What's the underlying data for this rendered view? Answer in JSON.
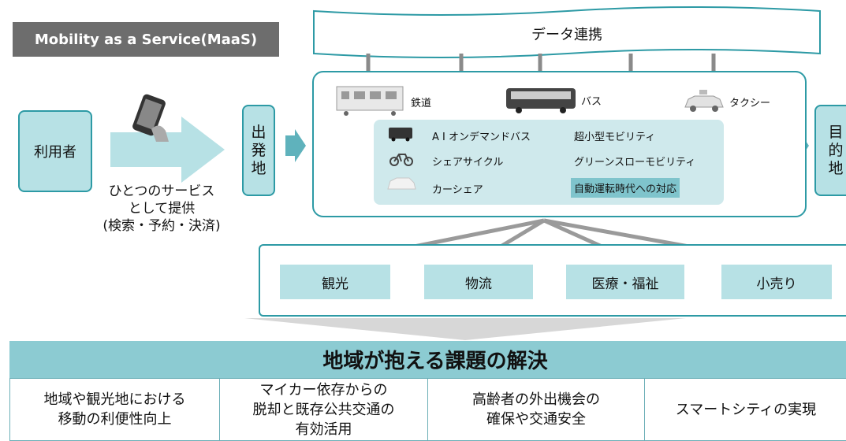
{
  "maas_label": "Mobility as a Service(MaaS)",
  "data_link": "データ連携",
  "user": "利用者",
  "departure": [
    "出",
    "発",
    "地"
  ],
  "destination": [
    "目",
    "的",
    "地"
  ],
  "service": [
    "ひとつのサービス",
    "として提供",
    "(検索・予約・決済)"
  ],
  "transport": {
    "rail": "鉄道",
    "bus": "バス",
    "taxi": "タクシー"
  },
  "inner_services": {
    "ai_bus": "A I オンデマンドバス",
    "micro": "超小型モビリティ",
    "cycle": "シェアサイクル",
    "green": "グリーンスローモビリティ",
    "car": "カーシェア",
    "autonomous": "自動運転時代への対応"
  },
  "purposes": [
    "観光",
    "物流",
    "医療・福祉",
    "小売り"
  ],
  "issues_title": "地域が抱える課題の解決",
  "issues": [
    [
      "地域や観光地における",
      "移動の利便性向上"
    ],
    [
      "マイカー依存からの",
      "脱却と既存公共交通の",
      "有効活用"
    ],
    [
      "高齢者の外出機会の",
      "確保や交通安全"
    ],
    [
      "スマートシティの実現"
    ]
  ],
  "colors": {
    "teal_border": "#2d9aa5",
    "teal_fill": "#b7e1e5",
    "inner_fill": "#cfe9ec",
    "header_fill": "#8ccbd2",
    "gray": "#6d6d6d"
  }
}
